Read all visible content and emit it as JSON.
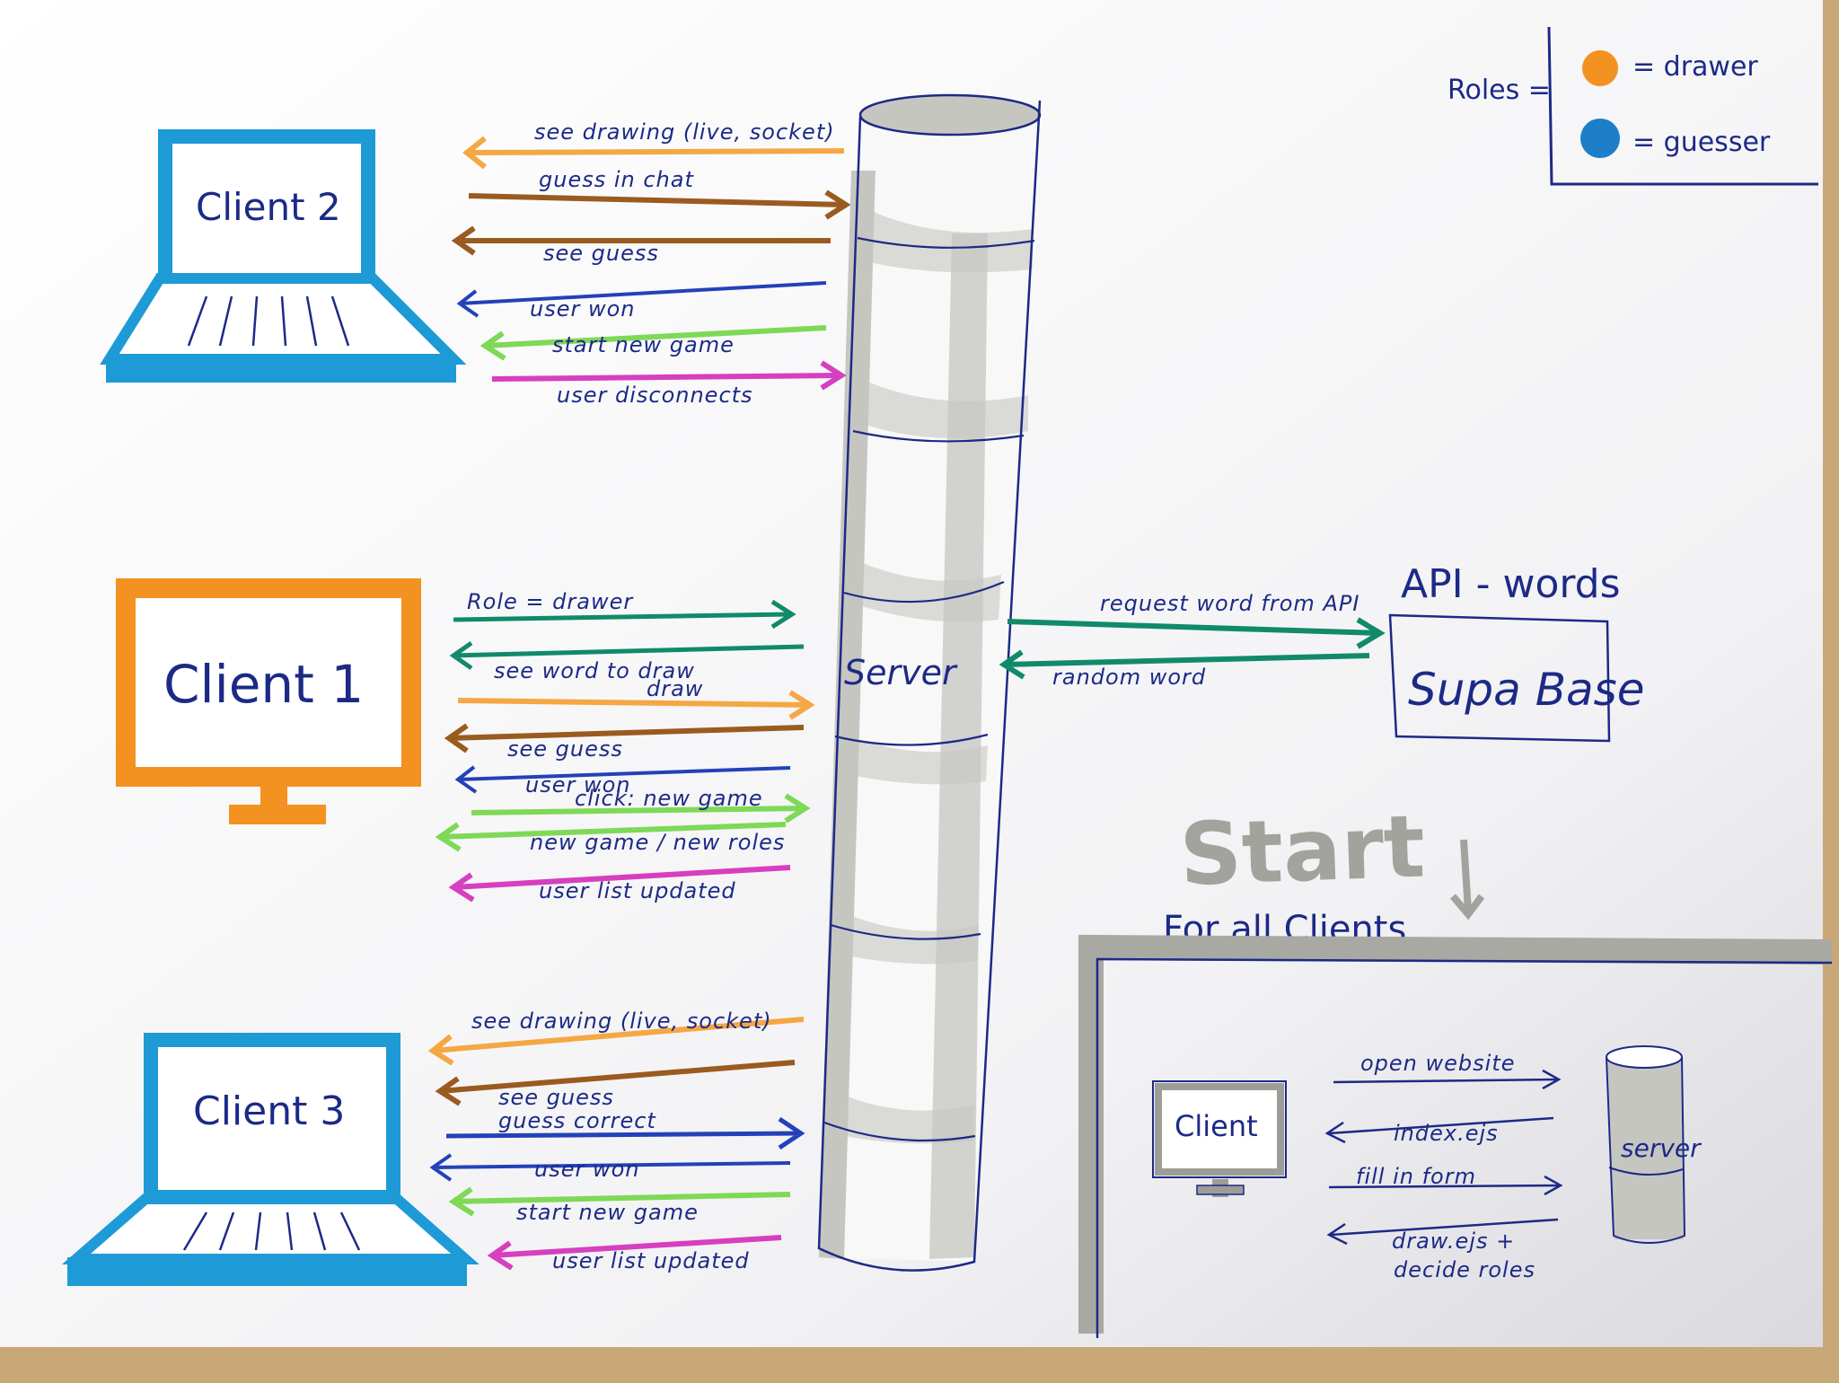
{
  "legend": {
    "prefix": "Roles =",
    "items": [
      {
        "label": "= drawer",
        "color": "#f39220"
      },
      {
        "label": "= guesser",
        "color": "#1c7fc8"
      }
    ]
  },
  "server": {
    "label": "Server"
  },
  "clients": {
    "client2": "Client 2",
    "client1": "Client 1",
    "client3": "Client 3"
  },
  "api": {
    "title": "API - words",
    "box_label": "Supa Base"
  },
  "start": {
    "title": "Start",
    "subtitle": "For all Clients"
  },
  "start_panel": {
    "client_label": "Client",
    "server_label": "server",
    "arrows": [
      "open website",
      "index.ejs",
      "fill in form",
      "draw.ejs +",
      "decide roles"
    ]
  },
  "client2_arrows": [
    {
      "label": "see drawing (live, socket)",
      "direction": "to-client",
      "color": "#f5a743"
    },
    {
      "label": "guess in chat",
      "direction": "to-server",
      "color": "#9a5b1f"
    },
    {
      "label": "see guess",
      "direction": "to-client",
      "color": "#9a5b1f"
    },
    {
      "label": "user won",
      "direction": "to-client",
      "color": "#2441b8"
    },
    {
      "label": "start new game",
      "direction": "to-client",
      "color": "#7ed957"
    },
    {
      "label": "user disconnects",
      "direction": "to-server",
      "color": "#d63fc0"
    }
  ],
  "client1_arrows": [
    {
      "label": "Role = drawer",
      "direction": "to-server",
      "color": "#118a6a"
    },
    {
      "label": "see word to draw",
      "direction": "to-client",
      "color": "#118a6a"
    },
    {
      "label": "draw",
      "direction": "to-server",
      "color": "#f5a743"
    },
    {
      "label": "see guess",
      "direction": "to-client",
      "color": "#9a5b1f"
    },
    {
      "label": "user won",
      "direction": "to-client",
      "color": "#2441b8"
    },
    {
      "label": "click: new game",
      "direction": "to-server",
      "color": "#7ed957"
    },
    {
      "label": "new game / new roles",
      "direction": "to-client",
      "color": "#7ed957"
    },
    {
      "label": "user list updated",
      "direction": "to-client",
      "color": "#d63fc0"
    }
  ],
  "client3_arrows": [
    {
      "label": "see drawing (live, socket)",
      "direction": "to-client",
      "color": "#f5a743"
    },
    {
      "label": "see guess",
      "direction": "to-client",
      "color": "#9a5b1f"
    },
    {
      "label": "guess correct",
      "direction": "to-server",
      "color": "#2441b8"
    },
    {
      "label": "user won",
      "direction": "to-client",
      "color": "#2441b8"
    },
    {
      "label": "start new game",
      "direction": "to-client",
      "color": "#7ed957"
    },
    {
      "label": "user list updated",
      "direction": "to-client",
      "color": "#d63fc0"
    }
  ],
  "api_arrows": [
    {
      "label": "request word from API",
      "direction": "to-api",
      "color": "#118a6a"
    },
    {
      "label": "random word",
      "direction": "to-server",
      "color": "#118a6a"
    }
  ]
}
